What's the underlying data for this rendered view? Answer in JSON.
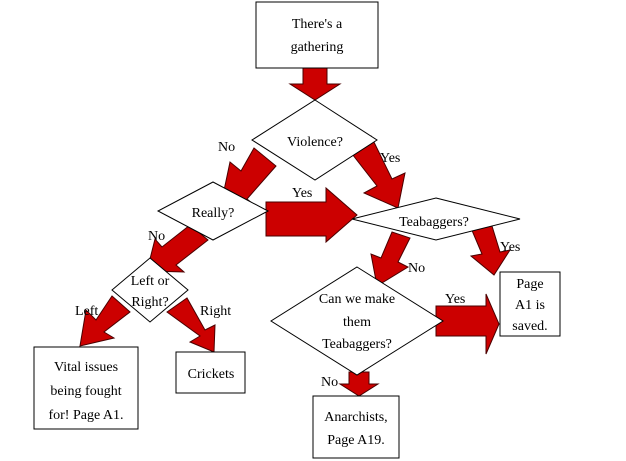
{
  "colors": {
    "arrow_fill": "#cc0000",
    "arrow_stroke": "#4a0000",
    "shape_stroke": "#000000",
    "background": "#ffffff"
  },
  "boxes": {
    "gathering": [
      "There's a",
      "gathering"
    ],
    "vital": [
      "Vital issues",
      "being fought",
      "for! Page A1."
    ],
    "crickets": [
      "Crickets"
    ],
    "page_a1": [
      "Page",
      "A1 is",
      "saved."
    ],
    "anarchists": [
      "Anarchists,",
      "Page A19."
    ]
  },
  "diamonds": {
    "violence": [
      "Violence?"
    ],
    "really": [
      "Really?"
    ],
    "left_right": [
      "Left or",
      "Right?"
    ],
    "teabaggers": [
      "Teabaggers?"
    ],
    "make": [
      "Can we make",
      "them",
      "Teabaggers?"
    ]
  },
  "edges": {
    "violence_no": "No",
    "violence_yes": "Yes",
    "really_yes": "Yes",
    "really_no": "No",
    "lr_left": "Left",
    "lr_right": "Right",
    "tea_no": "No",
    "tea_yes": "Yes",
    "make_yes": "Yes",
    "make_no": "No"
  }
}
